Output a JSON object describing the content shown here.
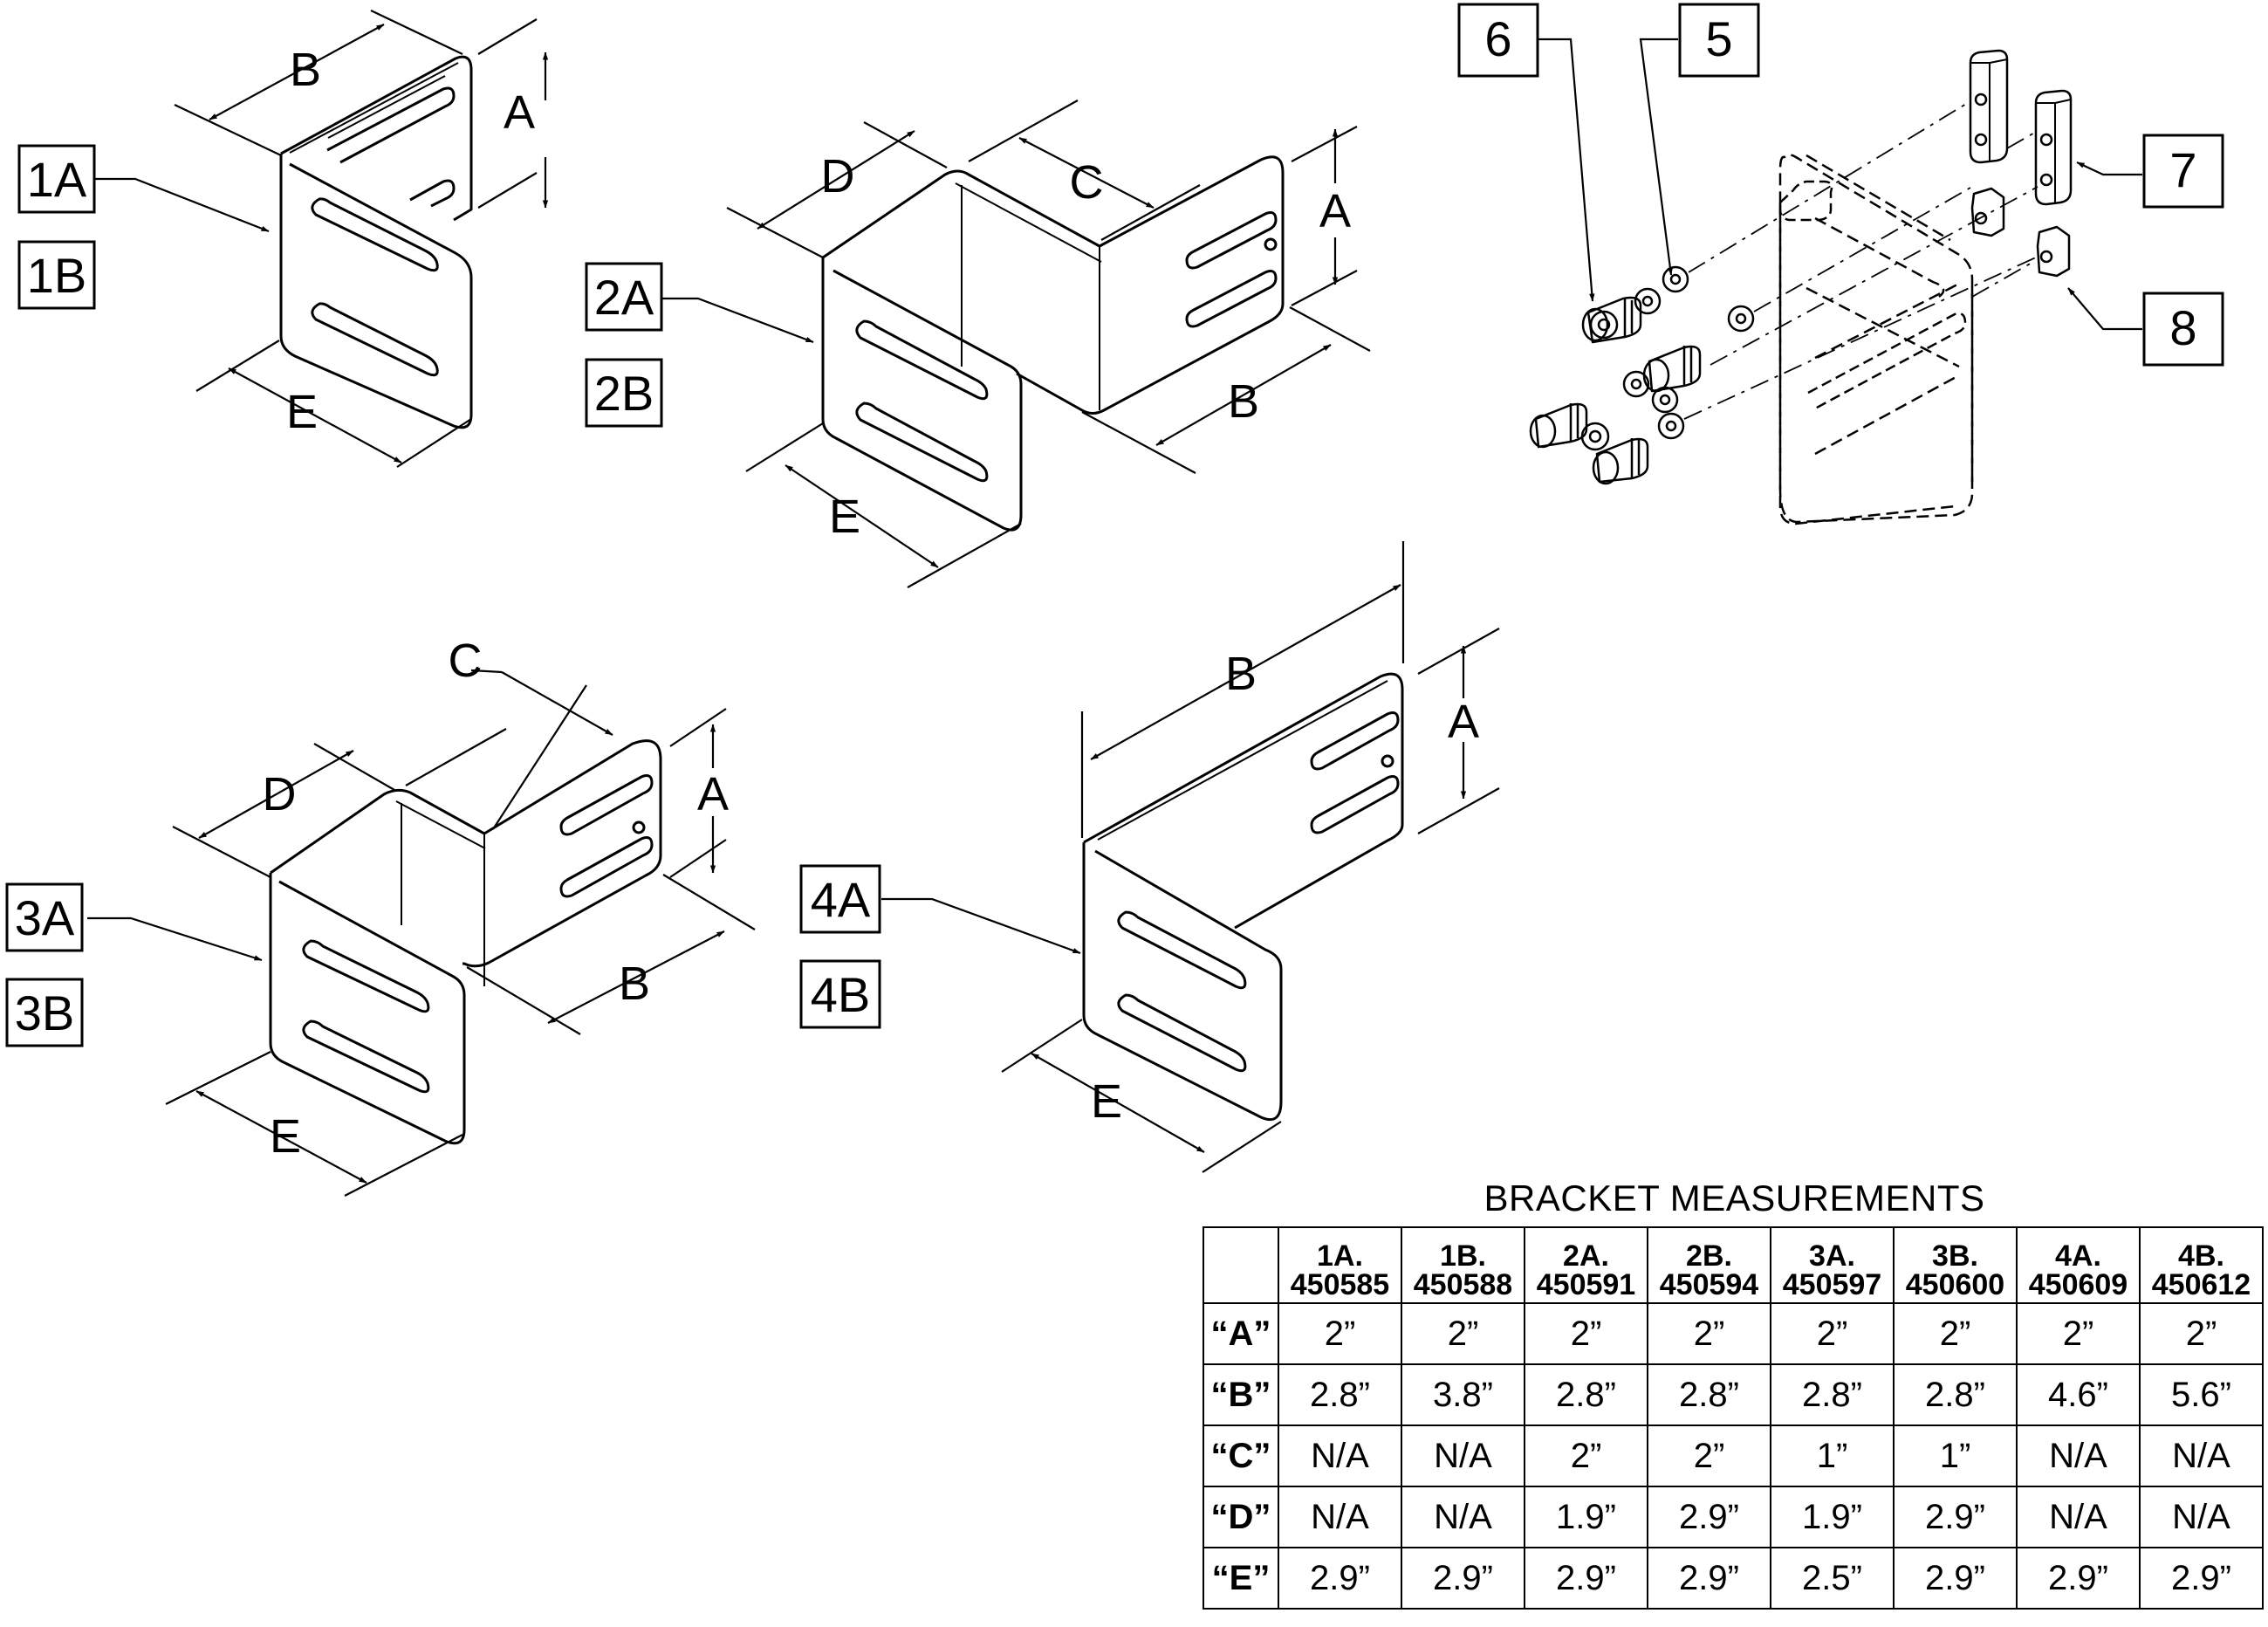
{
  "callouts": {
    "b1a": "1A",
    "b1b": "1B",
    "b2a": "2A",
    "b2b": "2B",
    "b3a": "3A",
    "b3b": "3B",
    "b4a": "4A",
    "b4b": "4B",
    "p5": "5",
    "p6": "6",
    "p7": "7",
    "p8": "8"
  },
  "dims": {
    "a": "A",
    "b": "B",
    "c": "C",
    "d": "D",
    "e": "E"
  },
  "table": {
    "title": "BRACKET MEASUREMENTS",
    "columns": [
      {
        "id": "1A.",
        "part": "450585"
      },
      {
        "id": "1B.",
        "part": "450588"
      },
      {
        "id": "2A.",
        "part": "450591"
      },
      {
        "id": "2B.",
        "part": "450594"
      },
      {
        "id": "3A.",
        "part": "450597"
      },
      {
        "id": "3B.",
        "part": "450600"
      },
      {
        "id": "4A.",
        "part": "450609"
      },
      {
        "id": "4B.",
        "part": "450612"
      }
    ],
    "rows": [
      {
        "label": "“A”",
        "values": [
          "2”",
          "2”",
          "2”",
          "2”",
          "2”",
          "2”",
          "2”",
          "2”"
        ]
      },
      {
        "label": "“B”",
        "values": [
          "2.8”",
          "3.8”",
          "2.8”",
          "2.8”",
          "2.8”",
          "2.8”",
          "4.6”",
          "5.6”"
        ]
      },
      {
        "label": "“C”",
        "values": [
          "N/A",
          "N/A",
          "2”",
          "2”",
          "1”",
          "1”",
          "N/A",
          "N/A"
        ]
      },
      {
        "label": "“D”",
        "values": [
          "N/A",
          "N/A",
          "1.9”",
          "2.9”",
          "1.9”",
          "2.9”",
          "N/A",
          "N/A"
        ]
      },
      {
        "label": "“E”",
        "values": [
          "2.9”",
          "2.9”",
          "2.9”",
          "2.9”",
          "2.5”",
          "2.9”",
          "2.9”",
          "2.9”"
        ]
      }
    ]
  }
}
